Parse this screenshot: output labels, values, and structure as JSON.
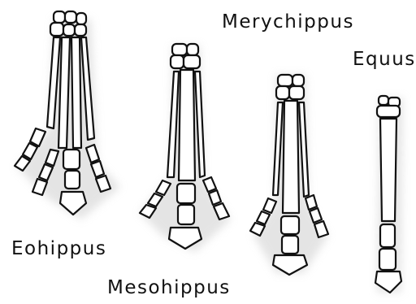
{
  "labels": {
    "merychippus": "Merychippus",
    "equus": "Equus",
    "eohippus": "Eohippus",
    "mesohippus": "Mesohippus"
  },
  "colors": {
    "outline": "#111111",
    "bone_fill": "#ffffff",
    "shadow": "#cfcfcf",
    "background": "#ffffff"
  }
}
